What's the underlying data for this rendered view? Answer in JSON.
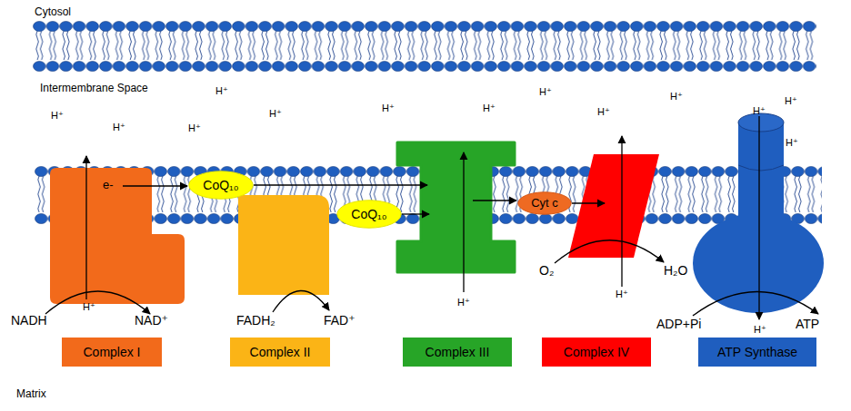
{
  "diagram": {
    "nodes": [
      {
        "text": [
          "CoQ₁₀"
        ]
      },
      {
        "text": [
          "CoQ₁₀"
        ]
      },
      {
        "text": [
          "Cyt c"
        ]
      },
      {
        "text": [
          "Complex I"
        ]
      },
      {
        "text": [
          "Complex II"
        ]
      },
      {
        "text": [
          "Complex III"
        ]
      },
      {
        "text": [
          "Complex IV"
        ]
      },
      {
        "text": [
          "ATP Synthase"
        ]
      }
    ],
    "labels": [
      "Cytosol",
      "Intermembrane Space",
      "H⁺",
      "H⁺",
      "H⁺",
      "H⁺",
      "H⁺",
      "H⁺",
      "H⁺",
      "H⁺",
      "H⁺",
      "H⁺",
      "H⁺",
      "H⁺",
      "H⁺",
      "e-",
      "H⁺",
      "H⁺",
      "H⁺",
      "H⁺",
      "NADH",
      "NAD⁺",
      "FADH₂",
      "FAD⁺",
      "O₂",
      "H₂O",
      "ADP+Pi",
      "ATP",
      "Matrix"
    ]
  }
}
